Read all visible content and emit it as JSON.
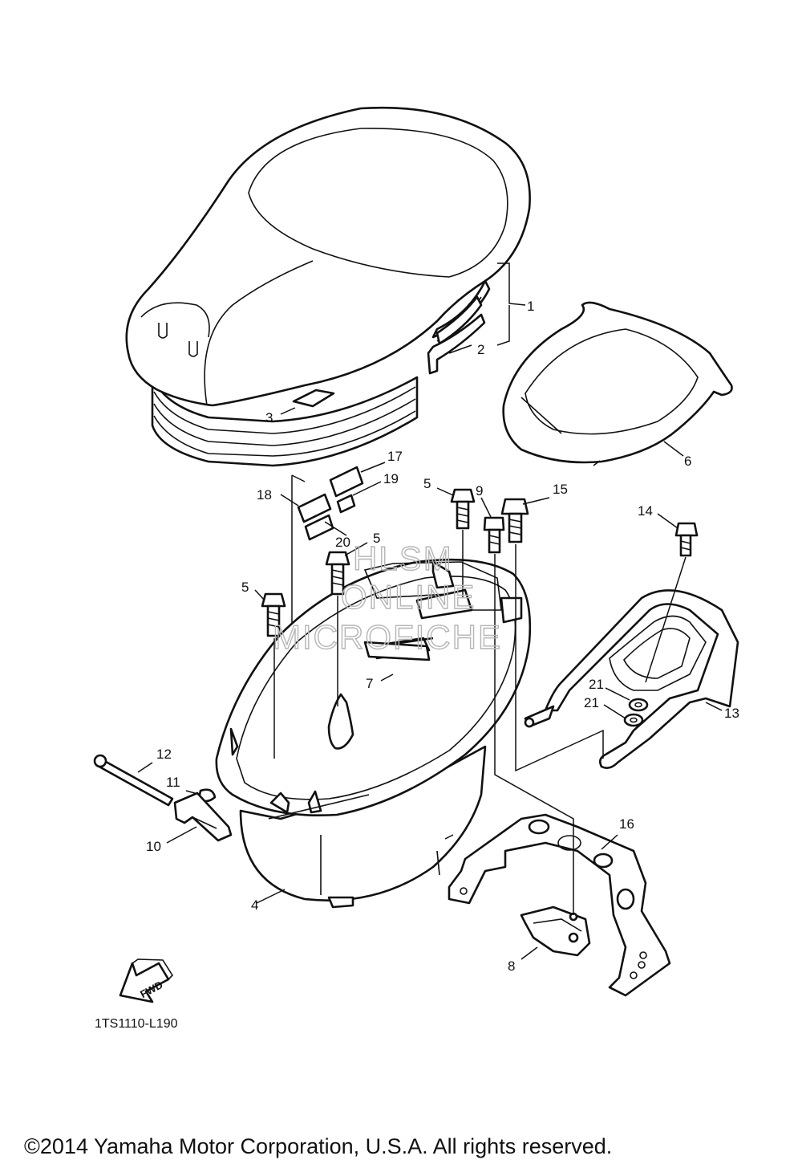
{
  "diagram": {
    "callouts": [
      {
        "id": "c1",
        "label": "1"
      },
      {
        "id": "c2",
        "label": "2"
      },
      {
        "id": "c3",
        "label": "3"
      },
      {
        "id": "c4",
        "label": "4"
      },
      {
        "id": "c5a",
        "label": "5"
      },
      {
        "id": "c5b",
        "label": "5"
      },
      {
        "id": "c5c",
        "label": "5"
      },
      {
        "id": "c6",
        "label": "6"
      },
      {
        "id": "c7",
        "label": "7"
      },
      {
        "id": "c8",
        "label": "8"
      },
      {
        "id": "c9",
        "label": "9"
      },
      {
        "id": "c10",
        "label": "10"
      },
      {
        "id": "c11",
        "label": "11"
      },
      {
        "id": "c12",
        "label": "12"
      },
      {
        "id": "c13",
        "label": "13"
      },
      {
        "id": "c14",
        "label": "14"
      },
      {
        "id": "c15",
        "label": "15"
      },
      {
        "id": "c16",
        "label": "16"
      },
      {
        "id": "c17",
        "label": "17"
      },
      {
        "id": "c18",
        "label": "18"
      },
      {
        "id": "c19",
        "label": "19"
      },
      {
        "id": "c20",
        "label": "20"
      },
      {
        "id": "c21a",
        "label": "21"
      },
      {
        "id": "c21b",
        "label": "21"
      }
    ],
    "fwd_label": "FWD",
    "diagram_code": "1TS1110-L190"
  },
  "watermark": {
    "line1": "HLSM",
    "line2": "ONLINE",
    "line3": "MICROFICHE"
  },
  "footer": {
    "copyright": "©2014 Yamaha Motor Corporation, U.S.A. All rights reserved."
  }
}
